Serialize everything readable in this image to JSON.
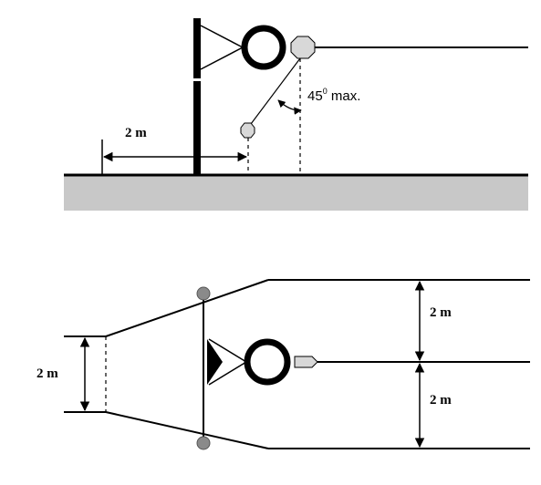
{
  "side_view": {
    "distance_label": "2 m",
    "angle_value": "45",
    "angle_sup": "0",
    "angle_suffix": " max."
  },
  "top_view": {
    "left_width_label": "2 m",
    "upper_right_label": "2 m",
    "lower_right_label": "2 m"
  },
  "colors": {
    "line": "#000000",
    "ground": "#c8c8c8",
    "float_light": "#d8d8d8",
    "float_dark": "#8a8a8a"
  }
}
